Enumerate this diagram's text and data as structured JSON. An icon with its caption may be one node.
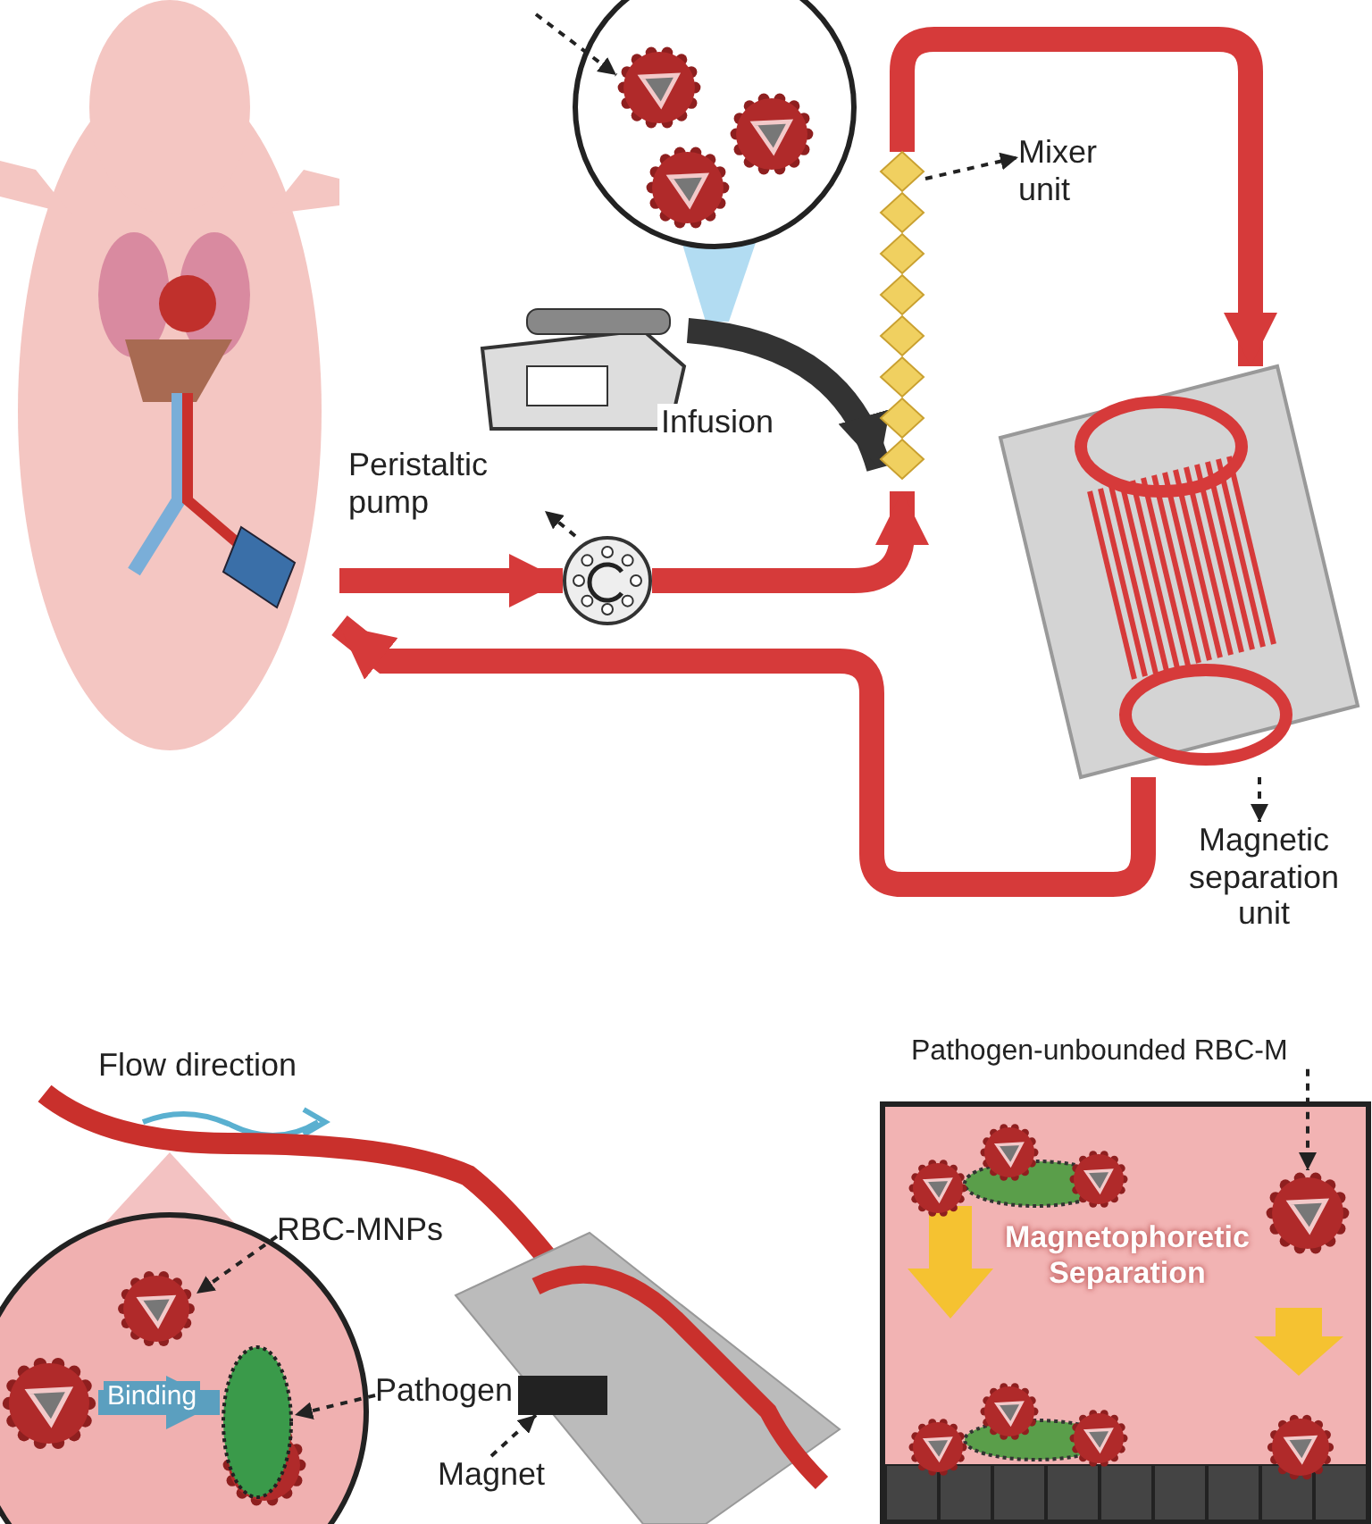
{
  "diagram": {
    "nodes": [
      {
        "text": [],
        "shape": "picture"
      },
      {
        "text": [
          "Mixer unit"
        ]
      },
      {
        "text": [],
        "shape": "picture"
      },
      {
        "text": [],
        "shape": "picture"
      },
      {
        "text": [],
        "shape": "picture"
      },
      {
        "text": [
          "Peristaltic pump"
        ]
      },
      {
        "text": [],
        "shape": "picture"
      },
      {
        "text": [],
        "shape": "picture"
      },
      {
        "text": [
          "Magnetic separation unit"
        ]
      },
      {
        "text": [
          "Pathogen-unbounded RBC-M"
        ]
      },
      {
        "text": [],
        "shape": "picture"
      },
      {
        "text": [
          "RBC-MNPs"
        ]
      },
      {
        "text": [],
        "shape": "picture"
      },
      {
        "text": [],
        "shape": "picture"
      },
      {
        "text": [],
        "shape": "picture"
      },
      {
        "text": [
          "Pathogen"
        ]
      },
      {
        "text": [
          "Magnet"
        ]
      },
      {
        "text": [],
        "shape": "bar"
      }
    ],
    "edges": [
      {
        "from": null,
        "to": 0,
        "arrow": "to",
        "style": "dashed"
      },
      {
        "from": 2,
        "to": 1,
        "arrow": "to",
        "style": "dashed"
      },
      {
        "from": 3,
        "to": 2,
        "arrow": "to",
        "label": "Infusion",
        "style": "thick",
        "color": "#333333"
      },
      {
        "from": 6,
        "to": 5,
        "arrow": "to",
        "style": "dashed"
      },
      {
        "from": 4,
        "to": 6,
        "arrow": "to",
        "style": "thick",
        "color": "#d63a3a"
      },
      {
        "from": 6,
        "to": 2,
        "arrow": "to",
        "style": "thick",
        "color": "#d63a3a"
      },
      {
        "from": 2,
        "to": 7,
        "arrow": "to",
        "style": "thick",
        "color": "#d63a3a"
      },
      {
        "from": 7,
        "to": 4,
        "arrow": "to",
        "style": "thick",
        "color": "#d63a3a"
      },
      {
        "from": 7,
        "to": 8,
        "arrow": "to",
        "style": "dashed"
      },
      {
        "from": 9,
        "to": 10,
        "arrow": "to",
        "style": "dashed"
      },
      {
        "from": 11,
        "to": 12,
        "arrow": "to",
        "style": "dashed"
      },
      {
        "from": 13,
        "to": 14,
        "arrow": "to",
        "label": "Binding",
        "style": "thick",
        "color": "#5b9fbf"
      },
      {
        "from": 15,
        "to": 14,
        "arrow": "to",
        "style": "dashed"
      },
      {
        "from": 16,
        "to": 17,
        "arrow": "to",
        "style": "dashed"
      }
    ],
    "labels": [
      "Flow direction",
      "Magnetophoretic Separation"
    ]
  }
}
